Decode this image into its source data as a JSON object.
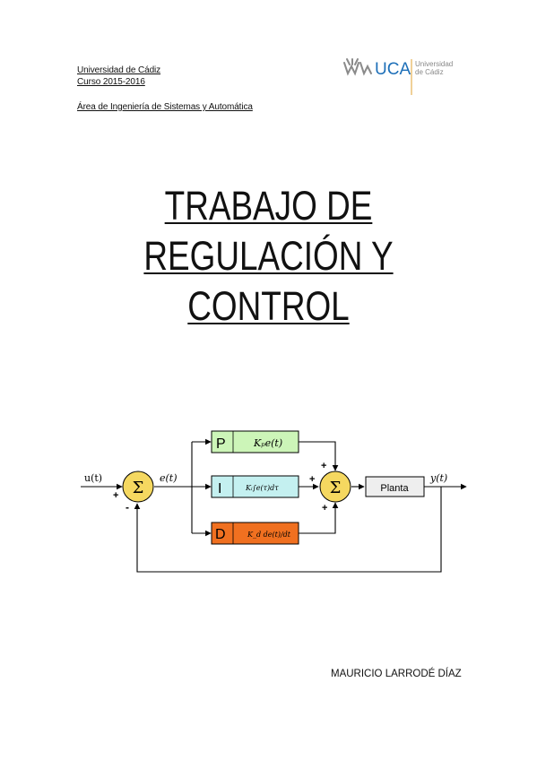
{
  "header": {
    "university": "Universidad de Cádiz",
    "course": "Curso 2015-2016",
    "area": "Área de Ingeniería de Sistemas y Automática"
  },
  "logo": {
    "acronym": "UCA",
    "name_line1": "Universidad",
    "name_line2": "de Cádiz"
  },
  "title": {
    "line1": "TRABAJO DE",
    "line2": "REGULACIÓN Y",
    "line3": "CONTROL"
  },
  "diagram": {
    "input_label": "u(t)",
    "error_label": "e(t)",
    "output_label": "y(t)",
    "sum_symbol": "Σ",
    "sign_plus": "+",
    "sign_minus": "-",
    "p_letter": "P",
    "i_letter": "I",
    "d_letter": "D",
    "p_formula": "Kₚe(t)",
    "i_formula": "Kᵢ∫e(τ)dτ",
    "d_formula": "K_d de(t)/dt",
    "plant_label": "Planta",
    "colors": {
      "p_block": "#ccf5b8",
      "i_block": "#c4f0f0",
      "d_block": "#f07020",
      "sum": "#f5d860",
      "plant": "#eeeeee"
    }
  },
  "author": "MAURICIO LARRODÉ DÍAZ"
}
